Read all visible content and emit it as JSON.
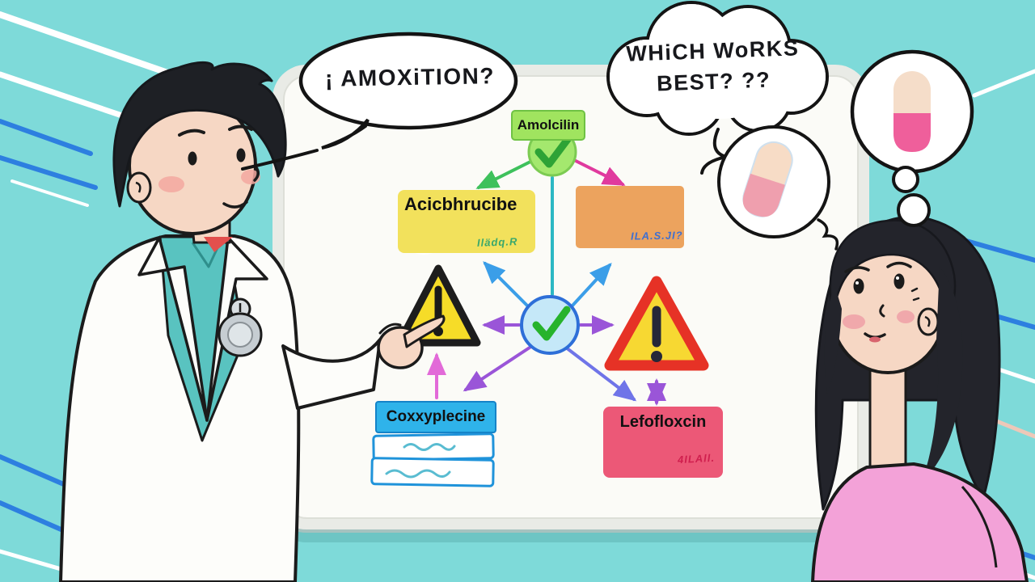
{
  "scene": {
    "background_color": "#7edad9",
    "board_color": "#fbfbf7"
  },
  "bubbles": {
    "doctor_text": "¡ AMOXiTION?",
    "patient_line1": "WHiCH WoRKS",
    "patient_line2": "BEST? ??"
  },
  "nodes": {
    "top": {
      "label": "Amolcilin",
      "color": "#a0e45f"
    },
    "left": {
      "label": "Acicbhrucibe",
      "color": "#f2e15c",
      "scribble": "Ilädq.R"
    },
    "right": {
      "color": "#eca35e",
      "scribble": "ILA.S.JI?"
    },
    "bottom_left": {
      "label": "Coxxyplecine",
      "color": "#2fb3ea"
    },
    "bottom_right": {
      "label": "Lefofloxcin",
      "color": "#ec5877",
      "scribble": "4ILAll."
    }
  },
  "icons": {
    "check_icon": "✓",
    "warning_icon": "!"
  },
  "palette": {
    "check_green": "#2ea336",
    "warning_yellow": "#f6dc28",
    "warning_red_border": "#e63226",
    "arrow_green": "#3ec15c",
    "arrow_magenta": "#e03a9e",
    "arrow_blue": "#3b9ee8",
    "arrow_purple": "#9a55d8",
    "arrow_pink": "#e26ad8",
    "arrow_violet": "#6f74e8",
    "arrow_teal": "#2cb8c4",
    "pill_pink": "#ef5f9b",
    "pill_cream": "#f5ddc9"
  }
}
